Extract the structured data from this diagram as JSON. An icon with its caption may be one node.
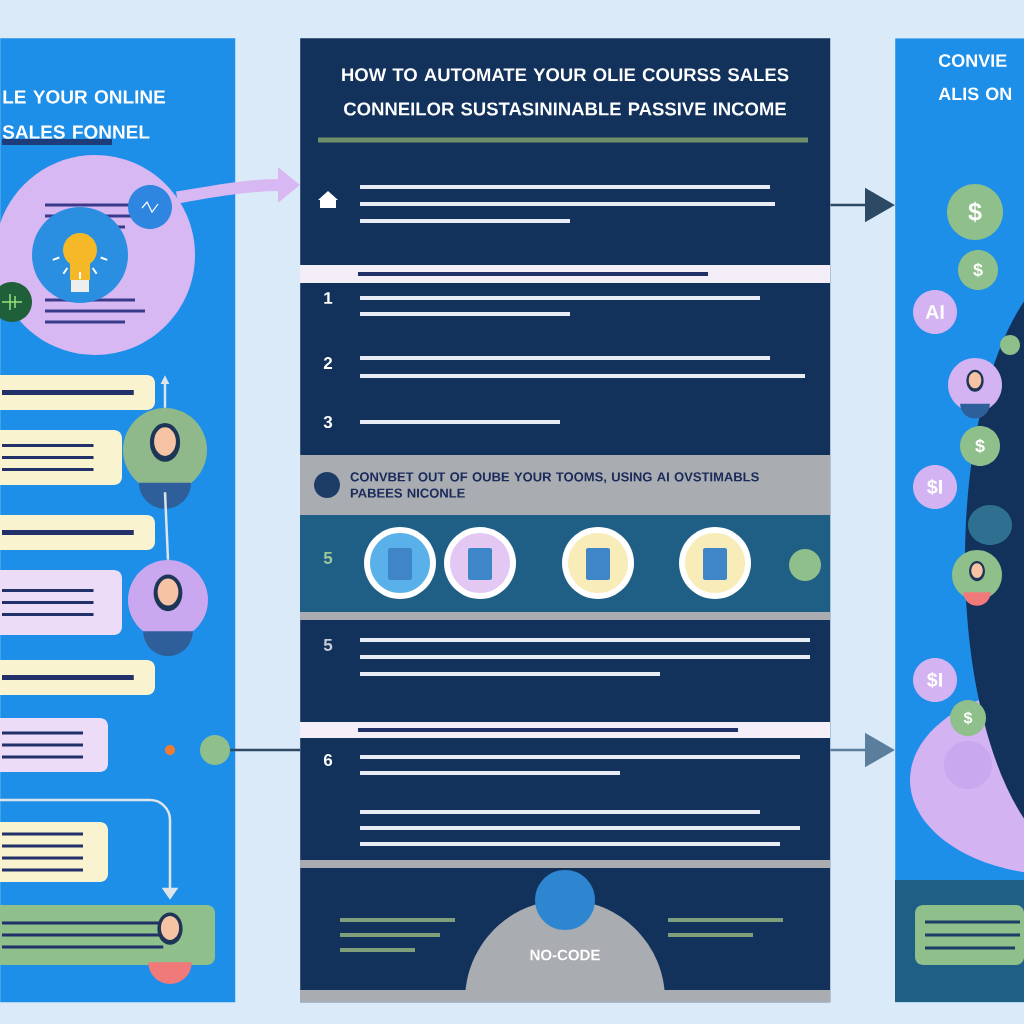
{
  "diagram": {
    "nodes": [
      {
        "text": [
          "LE YOUR ONLINE SALES FONNEL"
        ]
      },
      {
        "text": [
          "HOW TO AUTOMATE YOUR OLIE COURSS SALES CONNEILOR SUSTASININABLE PASSIVE INCOME"
        ]
      },
      {
        "text": [
          "CONVIE ALIS ON"
        ]
      },
      {
        "text": [],
        "shape": "circle",
        "in": 0
      },
      {
        "text": [],
        "shape": "circle",
        "in": 0
      },
      {
        "text": [],
        "shape": "person",
        "in": 0
      },
      {
        "text": [],
        "shape": "person",
        "in": 0
      },
      {
        "text": [],
        "shape": "person",
        "in": 0
      },
      {
        "text": [
          "CONVBET OUT OF OUBE YOUR TOOMS, USING AI OVSTIMABLS PABEES NICONLE"
        ],
        "in": 1
      },
      {
        "text": [
          "NO-CODE"
        ],
        "in": 1
      },
      {
        "text": [
          "$"
        ],
        "in": 2
      },
      {
        "text": [
          "$"
        ],
        "in": 2
      },
      {
        "text": [
          "AI"
        ],
        "in": 2
      },
      {
        "text": [
          "$"
        ],
        "in": 2
      },
      {
        "text": [
          "$I"
        ],
        "in": 2
      },
      {
        "text": [
          "$I"
        ],
        "in": 2
      },
      {
        "text": [
          "$"
        ],
        "in": 2
      }
    ],
    "edges": [
      {
        "from": 3,
        "to": 1,
        "arrow": "to",
        "style": "thick",
        "color": "#d8b8f2"
      },
      {
        "from": 1,
        "to": 2,
        "arrow": "to",
        "color": "#2c4a63"
      },
      {
        "from": 1,
        "to": 2,
        "arrow": "to",
        "color": "#5a7e9c"
      },
      {
        "from": 4,
        "to": 1,
        "arrow": "none",
        "color": "#2c4a63"
      },
      {
        "from": 5,
        "to": 6,
        "arrow": "none"
      },
      {
        "from": 5,
        "to": null,
        "arrow": "to"
      },
      {
        "from": null,
        "to": 7,
        "arrow": "to"
      }
    ],
    "labels": [
      "1",
      "2",
      "3",
      "5",
      "5",
      "6"
    ]
  }
}
